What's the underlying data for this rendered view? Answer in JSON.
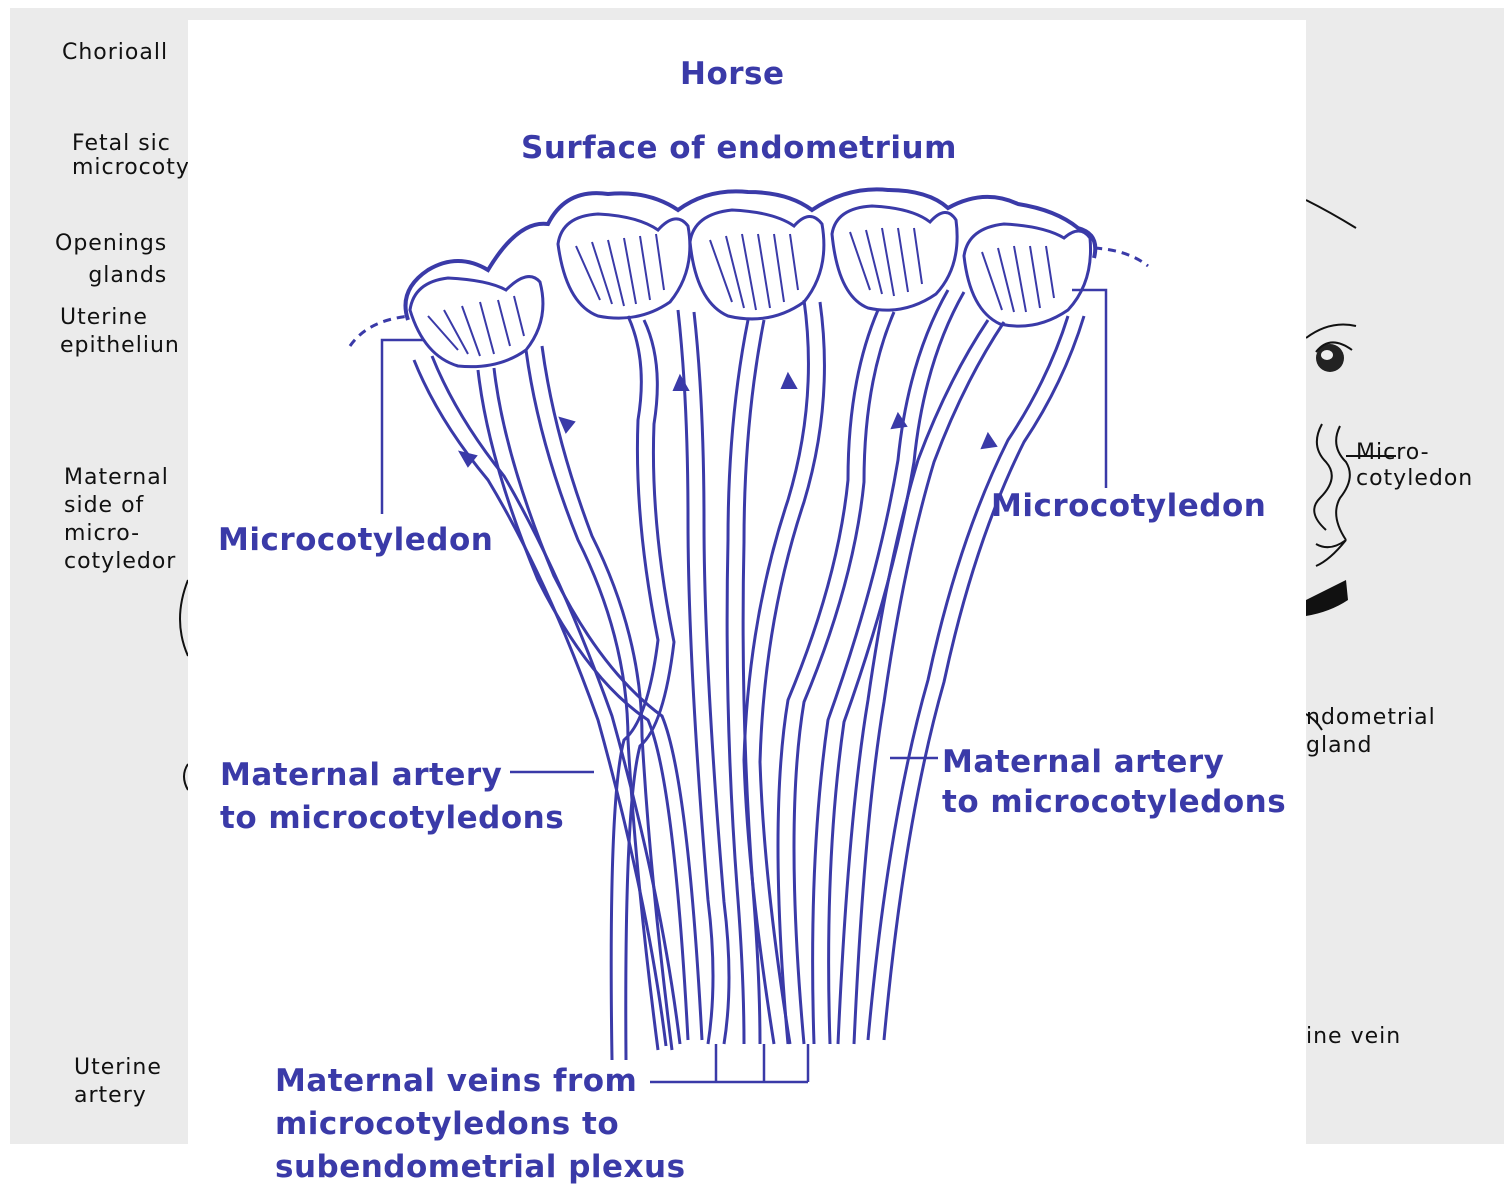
{
  "background_page": {
    "left_labels": [
      "Chorioall",
      "Fetal sic\nmicrocoty",
      "Openings\nglands",
      "Uterine\nepitheliun",
      "Maternal\nside of\nmicro-\ncotyledor",
      "Uterine\nartery"
    ],
    "right_labels": [
      "Micro-\ncotyledon",
      "ndometrial\ngland",
      "ine vein"
    ]
  },
  "diagram": {
    "title": "Horse",
    "subtitle": "Surface of endometrium",
    "labels": {
      "microcotyledon_left": "Microcotyledon",
      "microcotyledon_right": "Microcotyledon",
      "artery_left": "Maternal artery\nto microcotyledons",
      "artery_right": "Maternal artery\nto microcotyledons",
      "veins": "Maternal veins from\nmicrocotyledons to\nsubendometrial plexus"
    },
    "line_color": "#3a3aa8"
  }
}
